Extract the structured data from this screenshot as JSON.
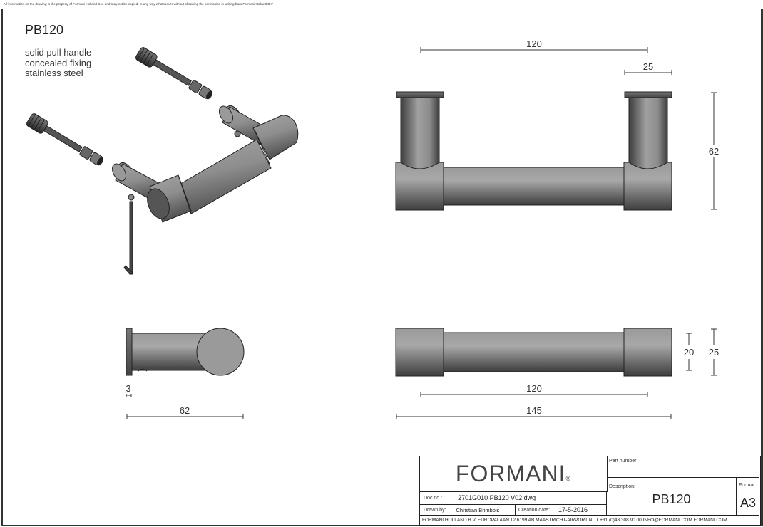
{
  "header": {
    "disclaimer": "All information on the drawing is the property of Formani Holland B.V. and may not be copied, in any way whatsoever without obtaining the permission in writing from Formani Holland B.V"
  },
  "product": {
    "code": "PB120",
    "features": [
      "solid pull handle",
      "concealed fixing",
      "stainless steel"
    ]
  },
  "views": {
    "isometric": {
      "label": "exploded isometric view"
    },
    "front": {
      "dimensions": {
        "center_distance": "120",
        "post_diameter": "25",
        "projection": "62"
      }
    },
    "side": {
      "dimensions": {
        "rose_thickness": "3",
        "projection": "62"
      }
    },
    "top": {
      "dimensions": {
        "bar_diameter": "20",
        "end_diameter": "25",
        "center_distance": "120",
        "overall_length": "145"
      }
    }
  },
  "title_block": {
    "brand": "FORMANI",
    "brand_mark": "®",
    "part_number_label": "Part number:",
    "part_number_value": "",
    "doc_no_label": "Doc no.:",
    "doc_no_value": "2701G010 PB120 V02.dwg",
    "drawn_by_label": "Drawn by:",
    "drawn_by_value": "Christian Brimbois",
    "creation_date_label": "Creation date:",
    "creation_date_value": "17-5-2016",
    "description_label": "Description:",
    "description_value": "PB120",
    "format_label": "Format:",
    "format_value": "A3",
    "footer": "FORMANI HOLLAND B.V.  EUROPALAAN 12  6199 AB MAASTRICHT-AIRPORT NL  T +31 (0)43 308 90 00 INFO@FORMANI.COM FORMANI.COM"
  },
  "colors": {
    "metal_light": "#b0b0b0",
    "metal_mid": "#8a8a8a",
    "metal_dark": "#4a4a4a",
    "outline": "#222222",
    "dimension_line": "#333333"
  }
}
